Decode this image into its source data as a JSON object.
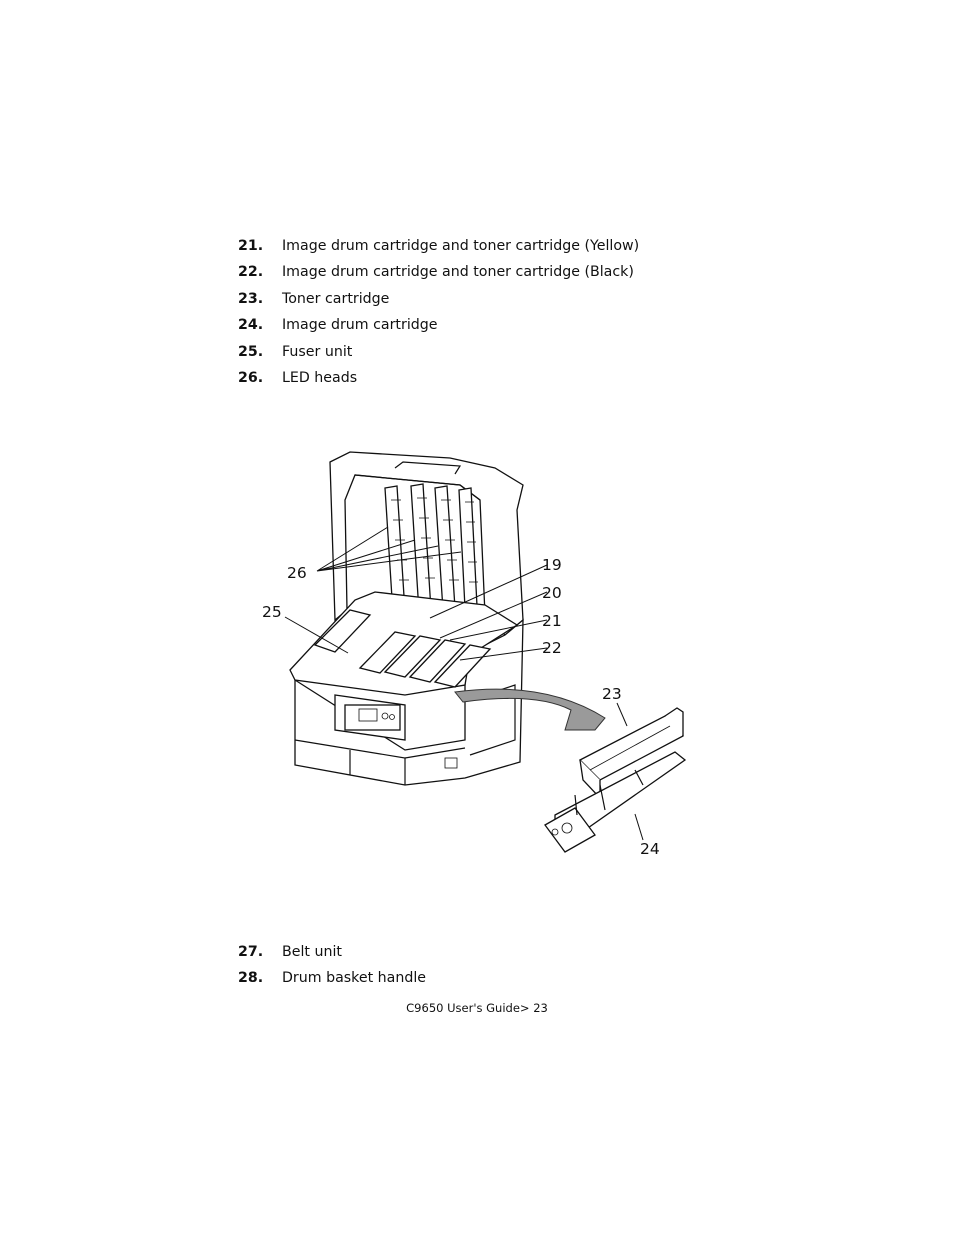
{
  "list_top": [
    {
      "number": "21.",
      "text": "Image drum cartridge and toner cartridge (Yellow)"
    },
    {
      "number": "22.",
      "text": "Image drum cartridge and toner cartridge (Black)"
    },
    {
      "number": "23.",
      "text": "Toner cartridge"
    },
    {
      "number": "24.",
      "text": "Image drum cartridge"
    },
    {
      "number": "25.",
      "text": "Fuser unit"
    },
    {
      "number": "26.",
      "text": "LED heads"
    }
  ],
  "figure": {
    "callouts": {
      "c19": "19",
      "c20": "20",
      "c21": "21",
      "c22": "22",
      "c23": "23",
      "c24": "24",
      "c25": "25",
      "c26": "26"
    }
  },
  "list_bottom": [
    {
      "number": "27.",
      "text": "Belt unit"
    },
    {
      "number": "28.",
      "text": "Drum basket handle"
    }
  ],
  "footer": "C9650 User's Guide> 23"
}
